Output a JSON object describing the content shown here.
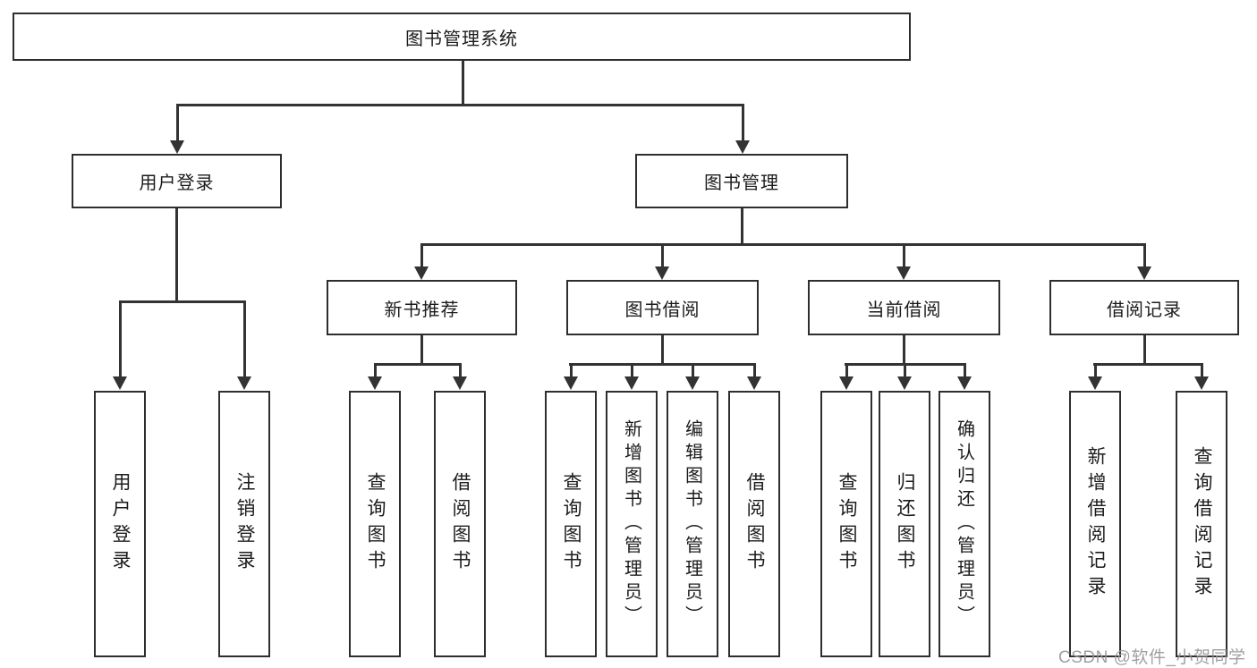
{
  "tree": {
    "root": {
      "label": "图书管理系统"
    },
    "user_login": {
      "label": "用户登录",
      "children": [
        {
          "label": "用户登录"
        },
        {
          "label": "注销登录"
        }
      ]
    },
    "book_management": {
      "label": "图书管理",
      "sections": [
        {
          "label": "新书推荐",
          "children": [
            {
              "label": "查询图书"
            },
            {
              "label": "借阅图书"
            }
          ]
        },
        {
          "label": "图书借阅",
          "children": [
            {
              "label": "查询图书"
            },
            {
              "label": "新增图书（管理员）"
            },
            {
              "label": "编辑图书（管理员）"
            },
            {
              "label": "借阅图书"
            }
          ]
        },
        {
          "label": "当前借阅",
          "children": [
            {
              "label": "查询图书"
            },
            {
              "label": "归还图书"
            },
            {
              "label": "确认归还（管理员）"
            }
          ]
        },
        {
          "label": "借阅记录",
          "children": [
            {
              "label": "新增借阅记录"
            },
            {
              "label": "查询借阅记录"
            }
          ]
        }
      ]
    }
  },
  "watermark": {
    "text": "CSDN @软件_小贺同学"
  },
  "colors": {
    "line": "#333333",
    "box_border": "#2e2e2e",
    "background": "#ffffff",
    "text": "#1c1c1c",
    "watermark": "#969696"
  }
}
